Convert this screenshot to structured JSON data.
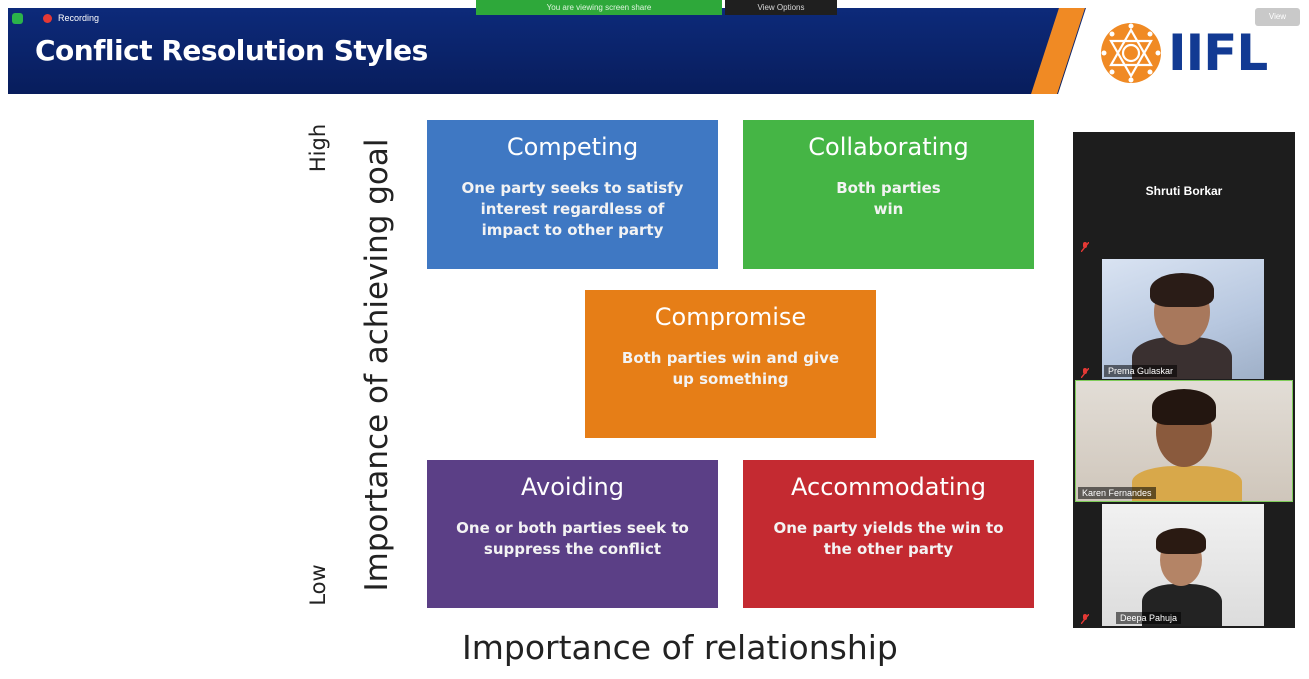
{
  "app": {
    "recording_label": "Recording",
    "share_banner": "You are viewing screen share",
    "view_options_label": "View Options",
    "view_button_label": "View",
    "colors": {
      "banner": "#0d2a7a",
      "accent": "#f08a24",
      "logo": "#123a93"
    }
  },
  "slide": {
    "title": "Conflict Resolution Styles",
    "logo_text": "IIFL",
    "y_axis_title": "Importance of achieving goal",
    "y_high": "High",
    "y_low": "Low",
    "x_axis_title": "Importance of relationship",
    "quadrants": [
      {
        "name": "Competing",
        "description": "One party seeks to satisfy interest regardless of impact to other party",
        "color": "#3f78c3"
      },
      {
        "name": "Collaborating",
        "description": "Both parties win",
        "color": "#45b545"
      },
      {
        "name": "Compromise",
        "description": "Both parties win and give up something",
        "color": "#e67e17"
      },
      {
        "name": "Avoiding",
        "description": "One or both parties seek to suppress the conflict",
        "color": "#5b3f86"
      },
      {
        "name": "Accommodating",
        "description": "One party yields the win to the other party",
        "color": "#c42a31"
      }
    ]
  },
  "participants": [
    {
      "name": "Shruti Borkar",
      "muted": true
    },
    {
      "name": "Prema Gulaskar",
      "muted": true
    },
    {
      "name": "Karen Fernandes",
      "muted": false
    },
    {
      "name": "Deepa Pahuja",
      "muted": true
    }
  ]
}
